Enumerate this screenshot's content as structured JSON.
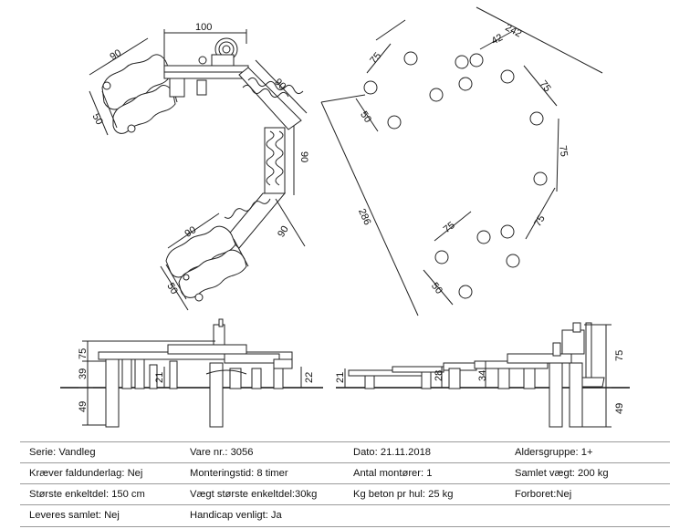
{
  "dimensions": {
    "top_left": [
      "100",
      "90",
      "50",
      "90",
      "90",
      "90",
      "50"
    ],
    "top_right": [
      "242",
      "42",
      "75",
      "75",
      "75",
      "75",
      "50",
      "286",
      "75",
      "50"
    ],
    "elevation_left": [
      "75",
      "39",
      "49",
      "21",
      "22"
    ],
    "elevation_right": [
      "21",
      "28",
      "34",
      "75",
      "49"
    ]
  },
  "info": {
    "rows": [
      [
        "Serie: Vandleg",
        "Vare nr.: 3056",
        "Dato: 21.11.2018",
        "Aldersgruppe: 1+"
      ],
      [
        "Kræver faldunderlag: Nej",
        "Monteringstid: 8 timer",
        "Antal montører: 1",
        "Samlet vægt: 200 kg"
      ],
      [
        "Største enkeltdel: 150 cm",
        "Vægt største enkeltdel:30kg",
        "Kg beton pr hul: 25 kg",
        "Forboret:Nej"
      ],
      [
        "Leveres samlet: Nej",
        "Handicap venligt: Ja",
        "",
        ""
      ]
    ]
  }
}
